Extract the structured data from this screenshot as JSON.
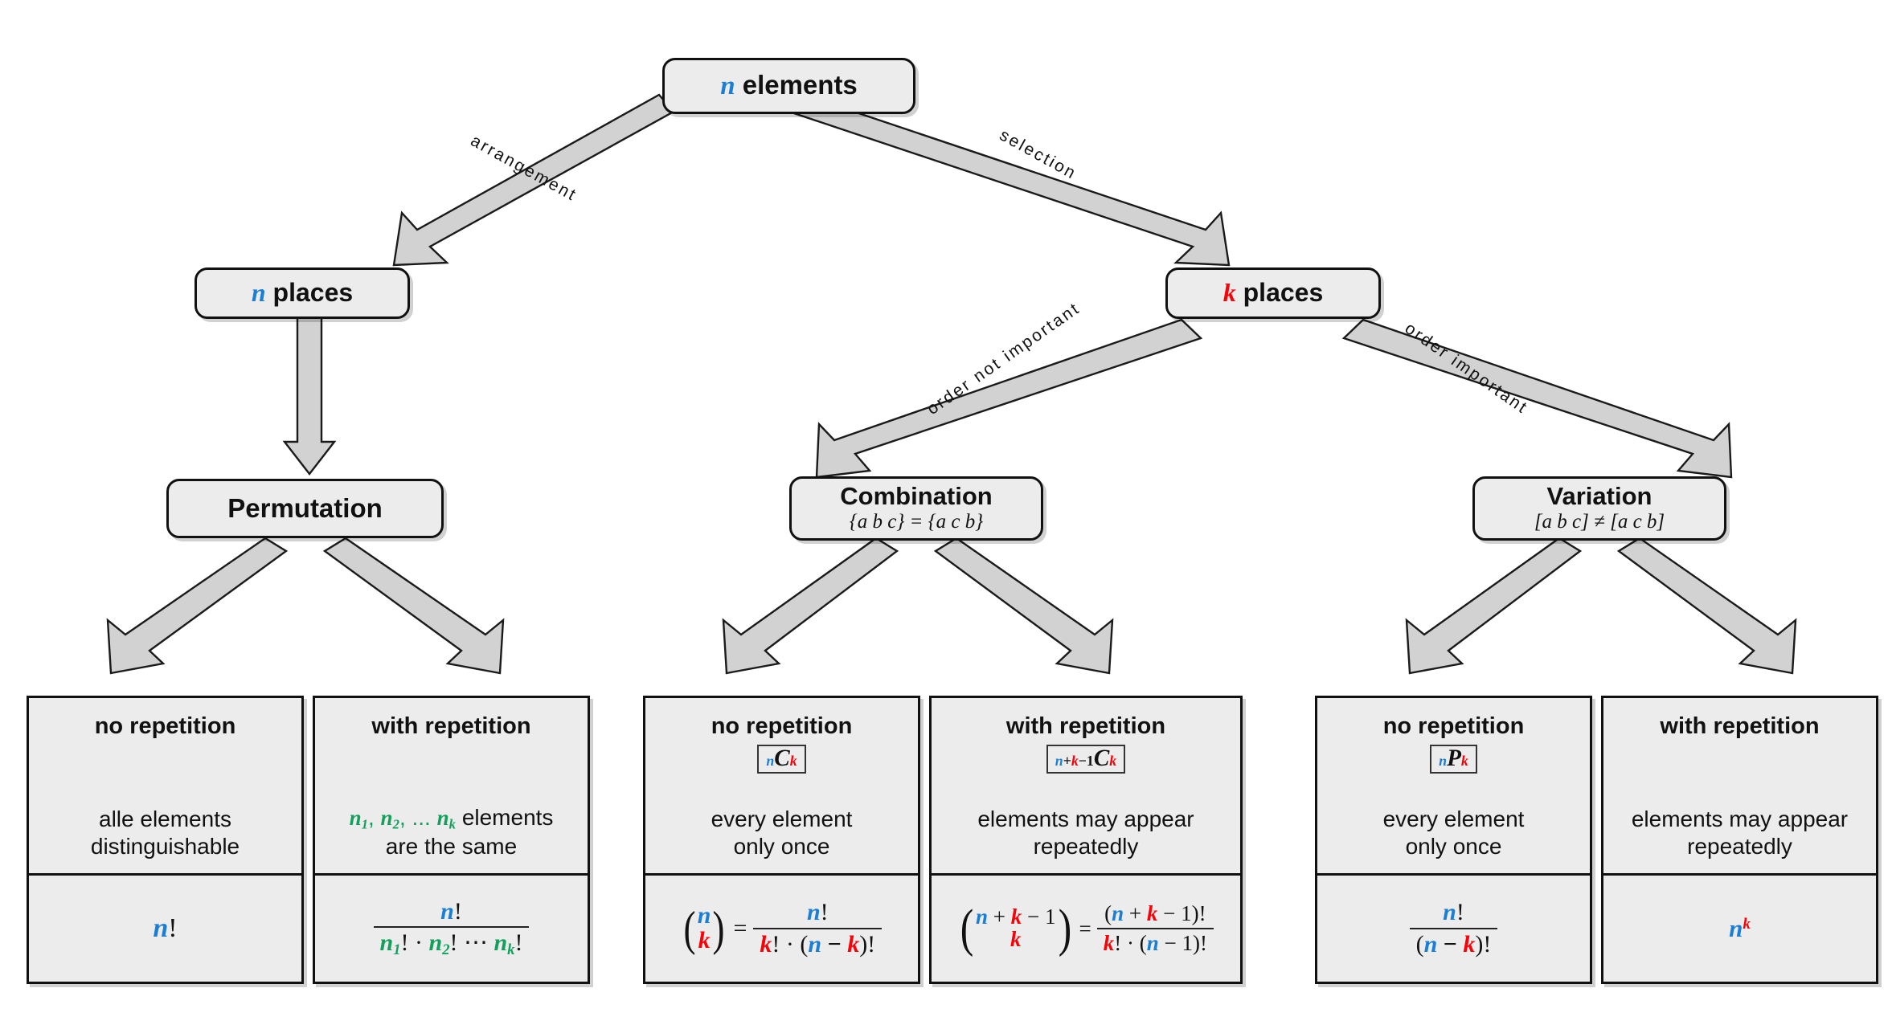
{
  "diagram": {
    "title": "Combinatorics decision tree",
    "colors": {
      "n": "#1a7fd4",
      "k": "#fb0007",
      "subscript_green": "#12a05c",
      "box_fill": "#ececec",
      "box_border": "#111111",
      "arrow_fill": "#d2d2d2"
    }
  },
  "nodes": {
    "root": {
      "symbol": "n",
      "label": "elements"
    },
    "n_places": {
      "symbol": "n",
      "label": "places"
    },
    "k_places": {
      "symbol": "k",
      "label": "places"
    },
    "permutation": {
      "title": "Permutation",
      "note": ""
    },
    "combination": {
      "title": "Combination",
      "note": "{a b c} = {a c b}"
    },
    "variation": {
      "title": "Variation",
      "note": "[a b c] ≠ [a c b]"
    }
  },
  "edges": {
    "arrangement": "arrangement",
    "selection": "selection",
    "order_not_important": "order not important",
    "order_important": "order important"
  },
  "leaves": [
    {
      "id": "permutation-no-repetition",
      "heading": "no repetition",
      "badge": "",
      "description": "alle elements\ndistinguishable",
      "formula_text": "n!"
    },
    {
      "id": "permutation-with-repetition",
      "heading": "with repetition",
      "badge": "",
      "description": "n₁, n₂, ... nₖ elements\nare the same",
      "formula_text": "n! / (n₁! · n₂! ⋯ nₖ!)"
    },
    {
      "id": "combination-no-repetition",
      "heading": "no repetition",
      "badge": "nCk",
      "description": "every element\nonly once",
      "formula_text": "(n choose k) = n! / (k! · (n − k)!)"
    },
    {
      "id": "combination-with-repetition",
      "heading": "with repetition",
      "badge": "n+k−1Ck",
      "description": "elements may appear\nrepeatedly",
      "formula_text": "(n + k − 1 choose k) = (n + k − 1)! / (k! · (n − 1)!)"
    },
    {
      "id": "variation-no-repetition",
      "heading": "no repetition",
      "badge": "nPk",
      "description": "every element\nonly once",
      "formula_text": "n! / (n − k)!"
    },
    {
      "id": "variation-with-repetition",
      "heading": "with repetition",
      "badge": "",
      "description": "elements may appear\nrepeatedly",
      "formula_text": "n^k"
    }
  ],
  "text": {
    "no_repetition": "no repetition",
    "with_repetition": "with repetition",
    "alle_elements": "alle elements",
    "distinguishable": "distinguishable",
    "are_the_same": "are the same",
    "elements_word": "elements",
    "every_element": "every element",
    "only_once": "only once",
    "elements_may_appear": "elements may appear",
    "repeatedly": "repeatedly"
  }
}
